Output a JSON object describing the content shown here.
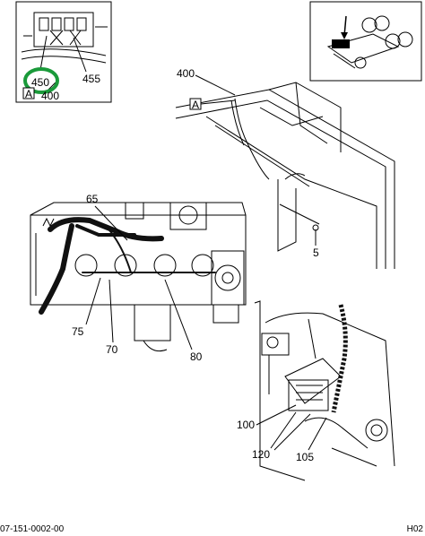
{
  "callouts": {
    "c450": "450",
    "c455": "455",
    "c400_inset": "400",
    "boxA_inset": "A",
    "c400_main": "400",
    "boxA_main": "A",
    "c65": "65",
    "c5": "5",
    "c75": "75",
    "c70": "70",
    "c80": "80",
    "c100": "100",
    "c120": "120",
    "c105": "105"
  },
  "footer": {
    "left": "07-151-0002-00",
    "right": "H02"
  },
  "colors": {
    "highlight": "#1a9a3a",
    "ink": "#000000",
    "harness": "#111111"
  }
}
